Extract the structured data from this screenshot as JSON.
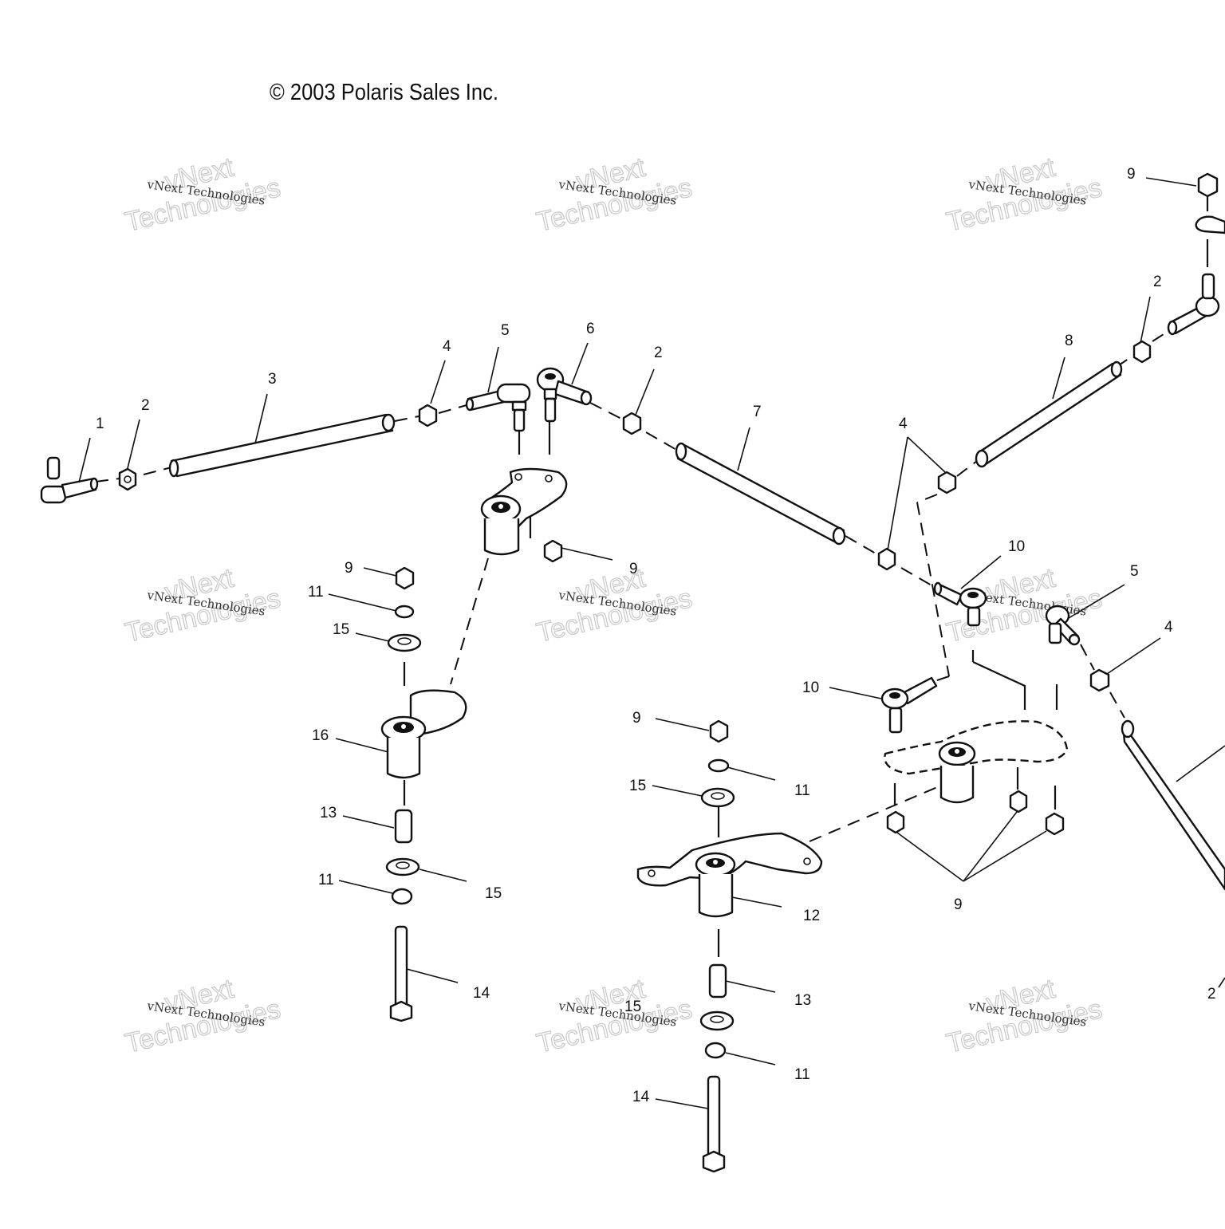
{
  "diagram": {
    "title": "Steering linkage exploded parts diagram",
    "copyright": "© 2003 Polaris Sales Inc.",
    "watermark": {
      "small_text": "vNext Technologies",
      "large_line1": "vNext",
      "large_line2": "Technologies"
    },
    "callouts": [
      {
        "id": "c1",
        "label": "1",
        "part": "tie rod end (left)"
      },
      {
        "id": "c2a",
        "label": "2",
        "part": "jam nut"
      },
      {
        "id": "c3",
        "label": "3",
        "part": "tie rod"
      },
      {
        "id": "c4a",
        "label": "4",
        "part": "jam nut"
      },
      {
        "id": "c5a",
        "label": "5",
        "part": "tie rod end"
      },
      {
        "id": "c6",
        "label": "6",
        "part": "tie rod end"
      },
      {
        "id": "c2b",
        "label": "2",
        "part": "jam nut"
      },
      {
        "id": "c7",
        "label": "7",
        "part": "tie rod"
      },
      {
        "id": "c4b",
        "label": "4",
        "part": "jam nut"
      },
      {
        "id": "c8",
        "label": "8",
        "part": "tie rod"
      },
      {
        "id": "c2c",
        "label": "2",
        "part": "jam nut"
      },
      {
        "id": "c9a",
        "label": "9",
        "part": "lock nut"
      },
      {
        "id": "c9b",
        "label": "9",
        "part": "lock nut"
      },
      {
        "id": "c9c",
        "label": "9",
        "part": "lock nut"
      },
      {
        "id": "c11a",
        "label": "11",
        "part": "bushing"
      },
      {
        "id": "c15a",
        "label": "15",
        "part": "washer"
      },
      {
        "id": "c16",
        "label": "16",
        "part": "steering arm"
      },
      {
        "id": "c13a",
        "label": "13",
        "part": "sleeve"
      },
      {
        "id": "c11b",
        "label": "11",
        "part": "bushing"
      },
      {
        "id": "c15b",
        "label": "15",
        "part": "washer"
      },
      {
        "id": "c14a",
        "label": "14",
        "part": "bolt"
      },
      {
        "id": "c10a",
        "label": "10",
        "part": "rod end"
      },
      {
        "id": "c10b",
        "label": "10",
        "part": "rod end"
      },
      {
        "id": "c5b",
        "label": "5",
        "part": "tie rod end"
      },
      {
        "id": "c4c",
        "label": "4",
        "part": "jam nut"
      },
      {
        "id": "c9d",
        "label": "9",
        "part": "lock nut"
      },
      {
        "id": "c11c",
        "label": "11",
        "part": "bushing"
      },
      {
        "id": "c15c",
        "label": "15",
        "part": "washer"
      },
      {
        "id": "c12",
        "label": "12",
        "part": "steering arm (center)"
      },
      {
        "id": "c13b",
        "label": "13",
        "part": "sleeve"
      },
      {
        "id": "c15d",
        "label": "15",
        "part": "washer"
      },
      {
        "id": "c11d",
        "label": "11",
        "part": "bushing"
      },
      {
        "id": "c14b",
        "label": "14",
        "part": "bolt"
      },
      {
        "id": "c9e",
        "label": "9",
        "part": "lock nuts (group)"
      },
      {
        "id": "c2d",
        "label": "2",
        "part": "jam nut"
      }
    ]
  }
}
